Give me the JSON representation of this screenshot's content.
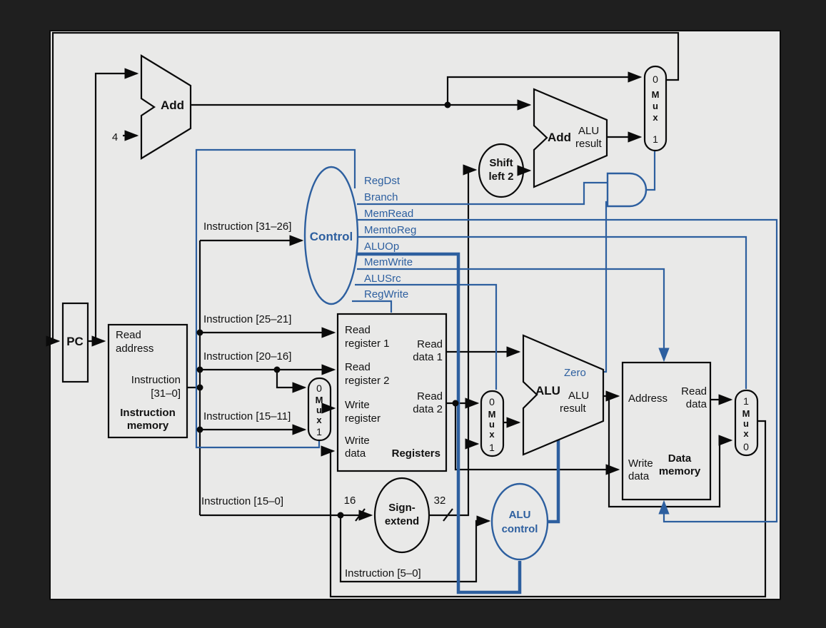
{
  "colors": {
    "background": "#1f1f1f",
    "panel": "#e9e9e8",
    "wire_black": "#0a0a0a",
    "control_blue": "#2d5f9f"
  },
  "labels": {
    "pc": "PC",
    "add_pc": {
      "title": "Add",
      "increment_value": "4"
    },
    "add_branch": {
      "title": "Add",
      "result_line1": "ALU",
      "result_line2": "result"
    },
    "instruction_memory": {
      "port_read_address_1": "Read",
      "port_read_address_2": "address",
      "out_instruction_1": "Instruction",
      "out_instruction_2": "[31–0]",
      "title_1": "Instruction",
      "title_2": "memory"
    },
    "instruction_fields": {
      "f31_26": "Instruction [31–26]",
      "f25_21": "Instruction [25–21]",
      "f20_16": "Instruction [20–16]",
      "f15_11": "Instruction [15–11]",
      "f15_0": "Instruction [15–0]",
      "f5_0": "Instruction [5–0]"
    },
    "control": {
      "title": "Control",
      "signals": [
        "RegDst",
        "Branch",
        "MemRead",
        "MemtoReg",
        "ALUOp",
        "MemWrite",
        "ALUSrc",
        "RegWrite"
      ]
    },
    "registers": {
      "title": "Registers",
      "port_read_register_1a": "Read",
      "port_read_register_1b": "register 1",
      "port_read_register_2a": "Read",
      "port_read_register_2b": "register 2",
      "port_write_register_a": "Write",
      "port_write_register_b": "register",
      "port_write_data_a": "Write",
      "port_write_data_b": "data",
      "out_read_data_1a": "Read",
      "out_read_data_1b": "data 1",
      "out_read_data_2a": "Read",
      "out_read_data_2b": "data 2"
    },
    "mux": {
      "zero": "0",
      "one": "1",
      "m": "M",
      "u": "u",
      "x": "x"
    },
    "shift_left_2": {
      "line1": "Shift",
      "line2": "left 2"
    },
    "sign_extend": {
      "line1": "Sign-",
      "line2": "extend"
    },
    "bus_widths": {
      "w16": "16",
      "w32": "32"
    },
    "alu": {
      "title": "ALU",
      "zero": "Zero",
      "result_line1": "ALU",
      "result_line2": "result"
    },
    "alu_control": {
      "line1": "ALU",
      "line2": "control"
    },
    "data_memory": {
      "title_1": "Data",
      "title_2": "memory",
      "port_address": "Address",
      "port_write_data_a": "Write",
      "port_write_data_b": "data",
      "out_read_data_a": "Read",
      "out_read_data_b": "data"
    }
  }
}
